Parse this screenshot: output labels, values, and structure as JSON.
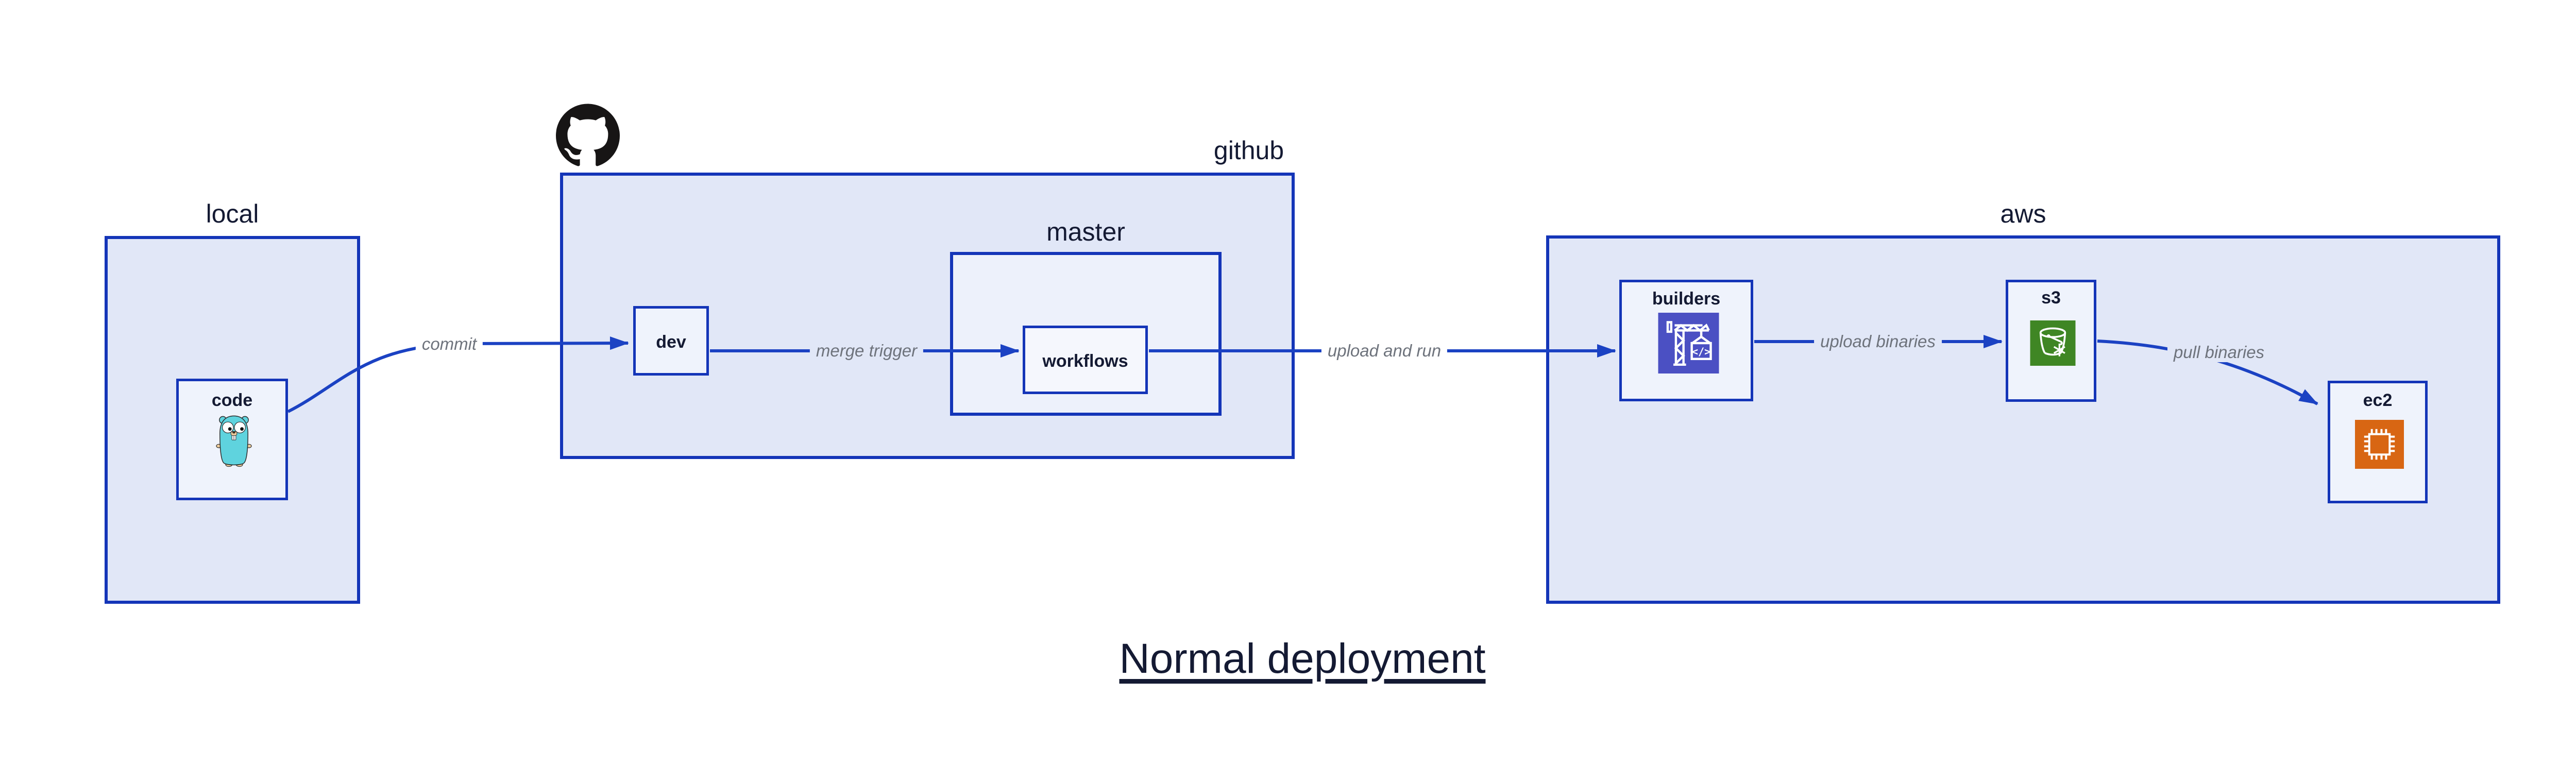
{
  "diagram": {
    "title": "Normal deployment",
    "logo": "github-octocat",
    "groups": [
      {
        "id": "local",
        "label": "local"
      },
      {
        "id": "github",
        "label": "github"
      },
      {
        "id": "master",
        "label": "master",
        "parent": "github"
      },
      {
        "id": "aws",
        "label": "aws"
      }
    ],
    "nodes": [
      {
        "id": "code",
        "label": "code",
        "group": "local",
        "icon": "go-gopher"
      },
      {
        "id": "dev",
        "label": "dev",
        "group": "github"
      },
      {
        "id": "workflows",
        "label": "workflows",
        "group": "master"
      },
      {
        "id": "builders",
        "label": "builders",
        "group": "aws",
        "icon": "aws-codebuild-crane"
      },
      {
        "id": "s3",
        "label": "s3",
        "group": "aws",
        "icon": "aws-s3-glacier-bucket"
      },
      {
        "id": "ec2",
        "label": "ec2",
        "group": "aws",
        "icon": "aws-ec2-chip"
      }
    ],
    "edges": [
      {
        "label": "commit",
        "from": "code",
        "to": "dev"
      },
      {
        "label": "merge trigger",
        "from": "dev",
        "to": "workflows"
      },
      {
        "label": "upload and run",
        "from": "workflows",
        "to": "builders"
      },
      {
        "label": "upload binaries",
        "from": "builders",
        "to": "s3"
      },
      {
        "label": "pull binaries",
        "from": "s3",
        "to": "ec2"
      }
    ],
    "colors": {
      "box_border": "#1435b8",
      "arrow": "#1b42c3",
      "group_fill": "#e1e7f7",
      "inner_group_fill": "#edf1fb",
      "node_fill": "#eff3fc",
      "label_dark": "#141a33",
      "label_gray": "#6e737c",
      "codebuild_bg": "#4b50c3",
      "s3_bg": "#3f8624",
      "ec2_bg": "#d86613",
      "gopher_teal": "#5fd3de",
      "github_black": "#171515"
    }
  }
}
